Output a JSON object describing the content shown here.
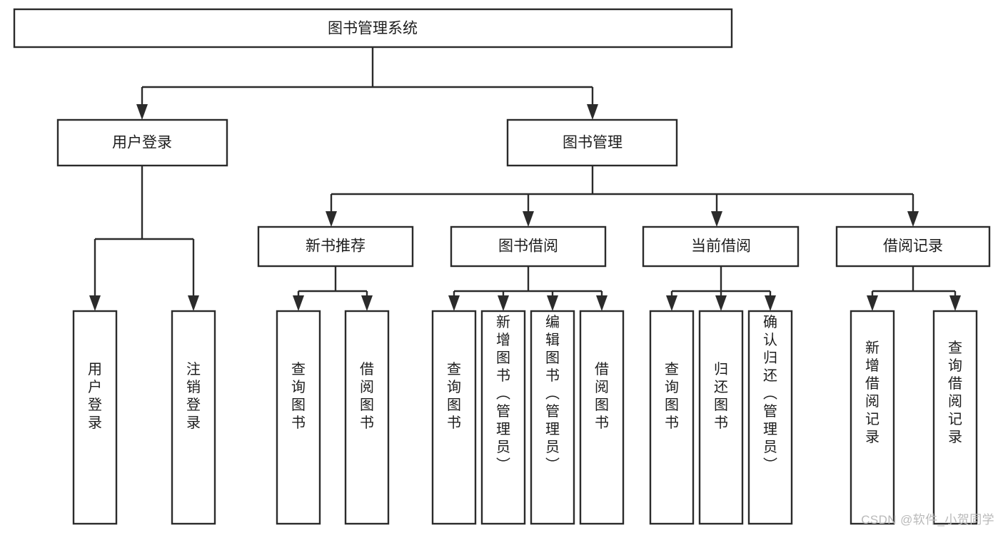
{
  "diagram": {
    "type": "tree",
    "title": "图书管理系统",
    "orientation": "top-down",
    "colors": {
      "box_stroke": "#2b2b2b",
      "box_fill": "#ffffff",
      "connector": "#2b2b2b",
      "text": "#1d1d1d",
      "watermark": "#b9b9b9",
      "background": "#ffffff"
    },
    "levels": {
      "root": "图书管理系统",
      "level2": [
        "用户登录",
        "图书管理"
      ],
      "level3": [
        "新书推荐",
        "图书借阅",
        "当前借阅",
        "借阅记录"
      ]
    },
    "nodes": {
      "root": {
        "label": "图书管理系统",
        "orientation": "horizontal"
      },
      "user_login": {
        "label": "用户登录",
        "orientation": "horizontal"
      },
      "book_manage": {
        "label": "图书管理",
        "orientation": "horizontal"
      },
      "new_book_rec": {
        "label": "新书推荐",
        "orientation": "horizontal"
      },
      "book_borrow": {
        "label": "图书借阅",
        "orientation": "horizontal"
      },
      "current_borrow": {
        "label": "当前借阅",
        "orientation": "horizontal"
      },
      "borrow_record": {
        "label": "借阅记录",
        "orientation": "horizontal"
      },
      "leaf_user_login": {
        "label": "用户登录",
        "orientation": "vertical"
      },
      "leaf_logout": {
        "label": "注销登录",
        "orientation": "vertical"
      },
      "leaf_query_book_a": {
        "label": "查询图书",
        "orientation": "vertical"
      },
      "leaf_borrow_book_a": {
        "label": "借阅图书",
        "orientation": "vertical"
      },
      "leaf_query_book_b": {
        "label": "查询图书",
        "orientation": "vertical"
      },
      "leaf_add_book": {
        "label": "新增图书（管理员）",
        "orientation": "vertical"
      },
      "leaf_edit_book": {
        "label": "编辑图书（管理员）",
        "orientation": "vertical"
      },
      "leaf_borrow_book_b": {
        "label": "借阅图书",
        "orientation": "vertical"
      },
      "leaf_query_book_c": {
        "label": "查询图书",
        "orientation": "vertical"
      },
      "leaf_return_book": {
        "label": "归还图书",
        "orientation": "vertical"
      },
      "leaf_confirm_return": {
        "label": "确认归还（管理员）",
        "orientation": "vertical"
      },
      "leaf_add_record": {
        "label": "新增借阅记录",
        "orientation": "vertical"
      },
      "leaf_query_record": {
        "label": "查询借阅记录",
        "orientation": "vertical"
      }
    },
    "edges": [
      {
        "from": "root",
        "to": "user_login"
      },
      {
        "from": "root",
        "to": "book_manage"
      },
      {
        "from": "user_login",
        "to": "leaf_user_login"
      },
      {
        "from": "user_login",
        "to": "leaf_logout"
      },
      {
        "from": "book_manage",
        "to": "new_book_rec"
      },
      {
        "from": "book_manage",
        "to": "book_borrow"
      },
      {
        "from": "book_manage",
        "to": "current_borrow"
      },
      {
        "from": "book_manage",
        "to": "borrow_record"
      },
      {
        "from": "new_book_rec",
        "to": "leaf_query_book_a"
      },
      {
        "from": "new_book_rec",
        "to": "leaf_borrow_book_a"
      },
      {
        "from": "book_borrow",
        "to": "leaf_query_book_b"
      },
      {
        "from": "book_borrow",
        "to": "leaf_add_book"
      },
      {
        "from": "book_borrow",
        "to": "leaf_edit_book"
      },
      {
        "from": "book_borrow",
        "to": "leaf_borrow_book_b"
      },
      {
        "from": "current_borrow",
        "to": "leaf_query_book_c"
      },
      {
        "from": "current_borrow",
        "to": "leaf_return_book"
      },
      {
        "from": "current_borrow",
        "to": "leaf_confirm_return"
      },
      {
        "from": "borrow_record",
        "to": "leaf_add_record"
      },
      {
        "from": "borrow_record",
        "to": "leaf_query_record"
      }
    ]
  },
  "watermark": {
    "text": "CSDN @软件_小贺同学"
  }
}
